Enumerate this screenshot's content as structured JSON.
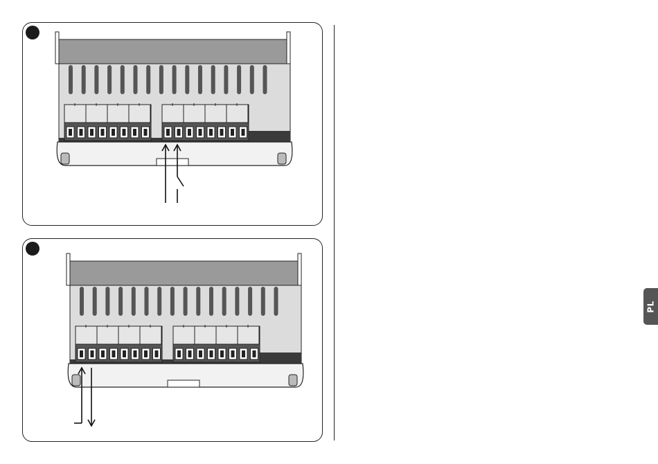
{
  "figures": [
    {
      "id": "figure-1",
      "marker_color": "#1b1b1b",
      "connection": "two-input-wires-with-switch"
    },
    {
      "id": "figure-2",
      "marker_color": "#1b1b1b",
      "connection": "in-out-arrows"
    }
  ],
  "colors": {
    "housing_top": "#9a9a9a",
    "housing_body": "#dcdcdc",
    "fins": "#555555",
    "terminals": "#555555",
    "tab": "#555555"
  },
  "side_tab": {
    "label": "PL"
  }
}
